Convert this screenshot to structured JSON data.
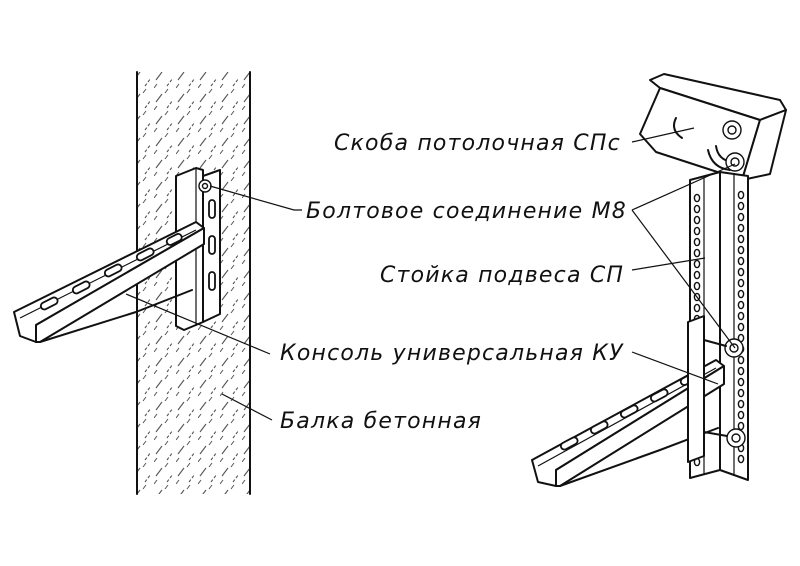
{
  "labels": {
    "ceiling_bracket": "Скоба потолочная СПс",
    "bolt_connection": "Болтовое соединение М8",
    "hanger_post": "Стойка подвеса СП",
    "universal_console": "Консоль универсальная КУ",
    "concrete_beam": "Балка бетонная"
  },
  "colors": {
    "line": "#111111",
    "background": "#ffffff",
    "hatch": "#444444"
  }
}
